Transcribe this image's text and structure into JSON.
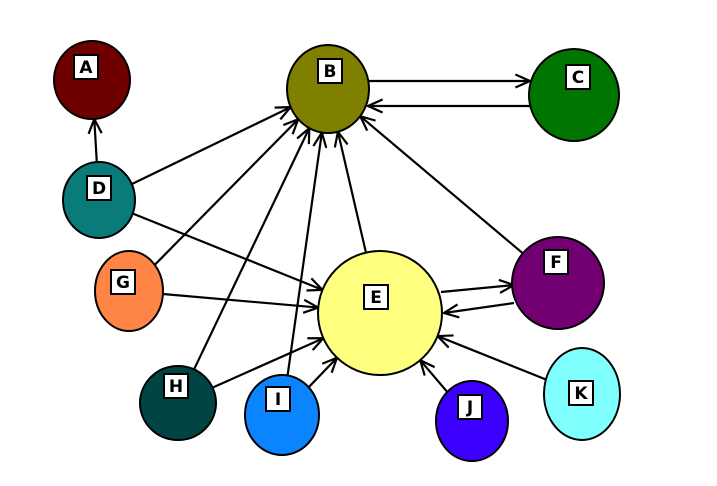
{
  "nodes": [
    {
      "id": "A",
      "label": "A",
      "color": "#6e0000"
    },
    {
      "id": "B",
      "label": "B",
      "color": "#7f7f00"
    },
    {
      "id": "C",
      "label": "C",
      "color": "#007500"
    },
    {
      "id": "D",
      "label": "D",
      "color": "#0a7b7b"
    },
    {
      "id": "E",
      "label": "E",
      "color": "#ffff7f"
    },
    {
      "id": "F",
      "label": "F",
      "color": "#730073"
    },
    {
      "id": "G",
      "label": "G",
      "color": "#ff8547"
    },
    {
      "id": "H",
      "label": "H",
      "color": "#004444"
    },
    {
      "id": "I",
      "label": "I",
      "color": "#0a84ff"
    },
    {
      "id": "J",
      "label": "J",
      "color": "#3b00ff"
    },
    {
      "id": "K",
      "label": "K",
      "color": "#80ffff"
    }
  ],
  "edges": [
    {
      "from": "D",
      "to": "A"
    },
    {
      "from": "B",
      "to": "C"
    },
    {
      "from": "C",
      "to": "B"
    },
    {
      "from": "D",
      "to": "B"
    },
    {
      "from": "G",
      "to": "B"
    },
    {
      "from": "H",
      "to": "B"
    },
    {
      "from": "I",
      "to": "B"
    },
    {
      "from": "E",
      "to": "B"
    },
    {
      "from": "F",
      "to": "B"
    },
    {
      "from": "D",
      "to": "E"
    },
    {
      "from": "G",
      "to": "E"
    },
    {
      "from": "H",
      "to": "E"
    },
    {
      "from": "I",
      "to": "E"
    },
    {
      "from": "J",
      "to": "E"
    },
    {
      "from": "K",
      "to": "E"
    },
    {
      "from": "E",
      "to": "F"
    },
    {
      "from": "F",
      "to": "E"
    }
  ],
  "edge_color": "#000000",
  "label_box_color": "#ffffff"
}
